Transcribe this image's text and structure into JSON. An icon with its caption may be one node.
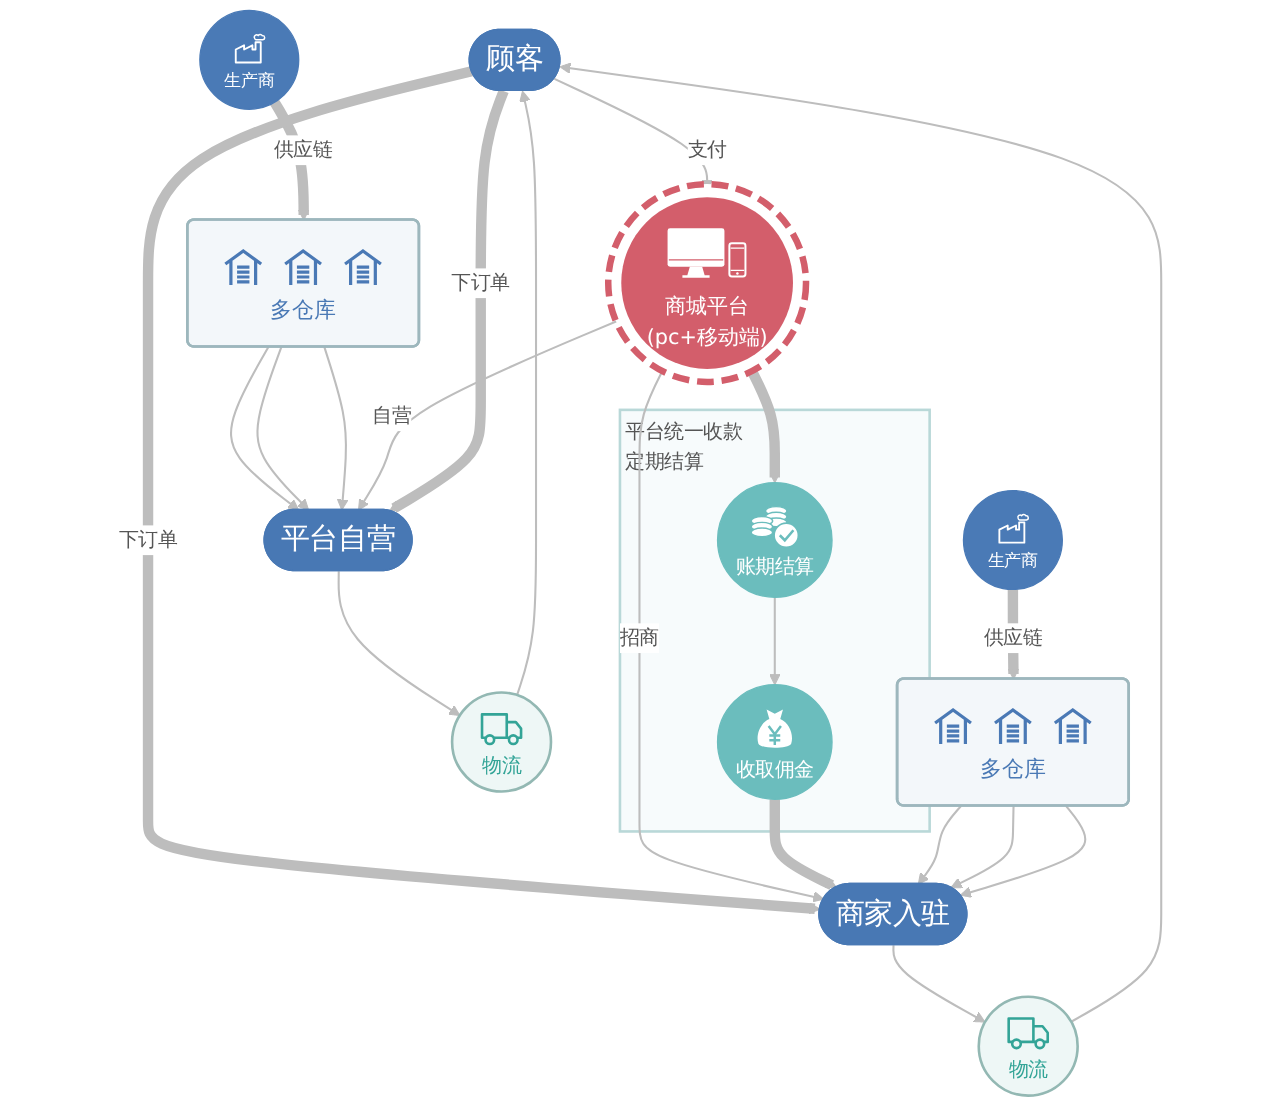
{
  "diagram": {
    "nodes": [
      {
        "text": [
          "多仓库"
        ]
      },
      {
        "text": [
          "生产商"
        ]
      },
      {
        "text": [
          "平台统一收款",
          "定期结算"
        ]
      },
      {
        "text": [
          "账期结算"
        ],
        "in": 2
      },
      {
        "text": [
          "收取佣金"
        ],
        "in": 2
      },
      {
        "text": [
          "平台自营"
        ]
      },
      {
        "text": [
          "物流"
        ]
      },
      {
        "text": [
          "商城平台",
          "(pc+移动端)"
        ]
      },
      {
        "text": [
          "顾客"
        ]
      },
      {
        "text": [
          "物流"
        ]
      },
      {
        "text": [
          "商家入驻"
        ]
      },
      {
        "text": [
          "多仓库"
        ]
      },
      {
        "text": [
          "生产商"
        ]
      }
    ],
    "edges": [
      {
        "from": 1,
        "to": 0,
        "arrow": "to",
        "label": "供应链",
        "style": "thick"
      },
      {
        "from": 0,
        "to": 5,
        "arrow": "to"
      },
      {
        "from": 0,
        "to": 5,
        "arrow": "to"
      },
      {
        "from": 0,
        "to": 5,
        "arrow": "to"
      },
      {
        "from": 5,
        "to": 6,
        "arrow": "to"
      },
      {
        "from": 7,
        "to": 5,
        "arrow": "to",
        "label": "自营"
      },
      {
        "from": 8,
        "to": 5,
        "arrow": "to",
        "label": "下订单",
        "style": "thick"
      },
      {
        "from": 7,
        "to": 3,
        "arrow": "to",
        "style": "thick"
      },
      {
        "from": 6,
        "to": 8,
        "arrow": "to"
      },
      {
        "from": 8,
        "to": 7,
        "arrow": "to",
        "label": "支付"
      },
      {
        "from": 3,
        "to": 4,
        "arrow": "to"
      },
      {
        "from": 8,
        "to": 10,
        "arrow": "to",
        "label": "下订单",
        "style": "thick"
      },
      {
        "from": 7,
        "to": 10,
        "arrow": "to",
        "label": "招商"
      },
      {
        "from": 9,
        "to": 8,
        "arrow": "to"
      },
      {
        "from": 4,
        "to": 10,
        "arrow": "to",
        "style": "thick"
      },
      {
        "from": 10,
        "to": 9,
        "arrow": "to"
      },
      {
        "from": 11,
        "to": 10,
        "arrow": "to"
      },
      {
        "from": 11,
        "to": 10,
        "arrow": "to"
      },
      {
        "from": 11,
        "to": 10,
        "arrow": "to"
      },
      {
        "from": 12,
        "to": 11,
        "arrow": "to",
        "label": "供应链",
        "style": "thick"
      }
    ]
  }
}
